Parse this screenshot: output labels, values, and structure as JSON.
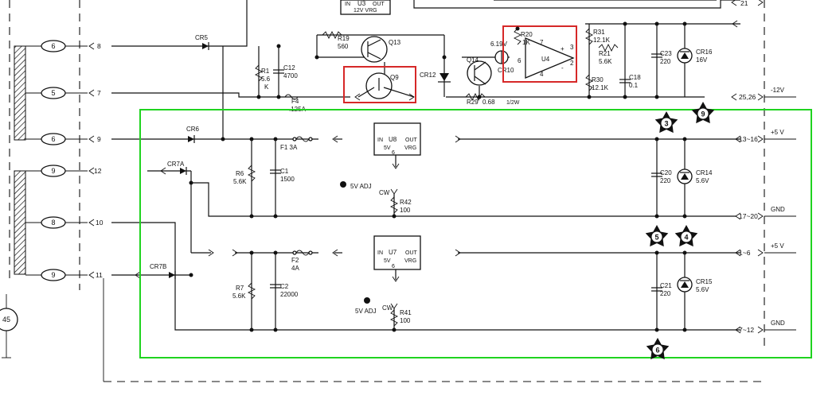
{
  "colors": {
    "highlight_red": "#d62828",
    "highlight_green": "#1fd31f",
    "ink": "#111111"
  },
  "connectors": {
    "left_pins": [
      "6",
      "5",
      "6",
      "9",
      "8",
      "9"
    ],
    "middle_pins": [
      "8",
      "7",
      "9",
      "12",
      "10",
      "11"
    ],
    "right_pins": [
      "21",
      "25,26",
      "13~16",
      "17~20",
      "1~6",
      "7~12"
    ],
    "meter": "45"
  },
  "nets": {
    "m12v": "-12V",
    "p5v_a": "+5 V",
    "gnd_a": "GND",
    "p5v_b": "+5 V",
    "gnd_b": "GND"
  },
  "diodes": {
    "cr5": "CR5",
    "cr6": "CR6",
    "cr7a": "CR7A",
    "cr7b": "CR7B",
    "cr12": "CR12",
    "cr10": "CR10",
    "cr10_v": "6.19V"
  },
  "components": {
    "u3": {
      "in": "IN",
      "name": "U3",
      "out": "OUT",
      "sub": "12V VRG"
    },
    "u8": {
      "in": "IN",
      "name": "U8",
      "out": "OUT",
      "sub": "5V",
      "vrg": "VRG",
      "pin": "6"
    },
    "u7": {
      "in": "IN",
      "name": "U7",
      "out": "OUT",
      "sub": "5V",
      "vrg": "VRG",
      "pin": "6"
    },
    "u4": {
      "name": "U4",
      "p7": "7",
      "p6": "6",
      "p4": "4",
      "p3": "3",
      "p2": "2",
      "plus": "+",
      "minus": "-"
    },
    "r19": [
      "R19",
      "560"
    ],
    "q13": "Q13",
    "q9": "Q9",
    "q14": "Q14",
    "r1": [
      "R1",
      "5.6",
      "K"
    ],
    "c12": [
      "C12",
      "4700"
    ],
    "f4": [
      "F4",
      ".125A"
    ],
    "r29": [
      "R29",
      "0.68",
      "1/2W"
    ],
    "r20": [
      "R20",
      "1K"
    ],
    "r31": [
      "R31",
      "12.1K"
    ],
    "r21": [
      "R21",
      "5.6K"
    ],
    "r30": [
      "R30",
      "12.1K"
    ],
    "c18": [
      "C18",
      "0.1"
    ],
    "c23": [
      "C23",
      "220"
    ],
    "cr16": [
      "CR16",
      "16V"
    ],
    "f1": "F1 3A",
    "r6": [
      "R6",
      "5.6K"
    ],
    "c1": [
      "C1",
      "1500"
    ],
    "adj_a": "5V ADJ",
    "cw_a": "CW",
    "r42": [
      "R42",
      "100"
    ],
    "c20": [
      "C20",
      "220"
    ],
    "cr14": [
      "CR14",
      "5.6V"
    ],
    "f2": [
      "F2",
      "4A"
    ],
    "r7": [
      "R7",
      "5.6K"
    ],
    "c2": [
      "C2",
      "22000"
    ],
    "adj_b": "5V ADJ",
    "cw_b": "CW",
    "r41": [
      "R41",
      "100"
    ],
    "c21": [
      "C21",
      "220"
    ],
    "cr15": [
      "CR15",
      "5.6V"
    ]
  },
  "stars": [
    "3",
    "9",
    "5",
    "4",
    "6"
  ]
}
